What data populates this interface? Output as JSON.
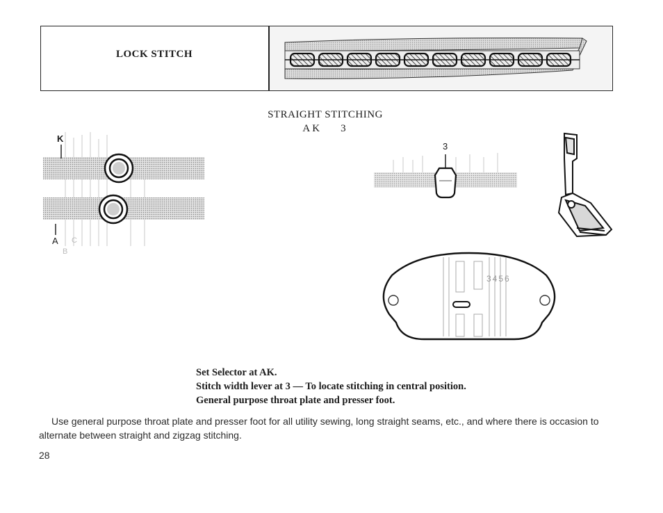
{
  "header": {
    "title": "LOCK STITCH"
  },
  "section": {
    "title": "STRAIGHT STITCHING",
    "code_letters": "AK",
    "code_number": "3"
  },
  "selector_diagram": {
    "top_label": "K",
    "bottom_label_a": "A",
    "bottom_label_b": "B",
    "bottom_label_c": "C"
  },
  "width_diagram": {
    "marker_label": "3"
  },
  "throat_plate": {
    "scale_label": "3456"
  },
  "instructions": [
    "Set Selector at AK.",
    "Stitch width lever at 3 — To locate stitching in central position.",
    "General purpose throat plate and presser foot."
  ],
  "body_text": "Use general purpose throat plate and presser foot for all utility sewing, long straight seams, etc., and where there is occasion to alternate between straight and zigzag stitching.",
  "page_number": "28"
}
